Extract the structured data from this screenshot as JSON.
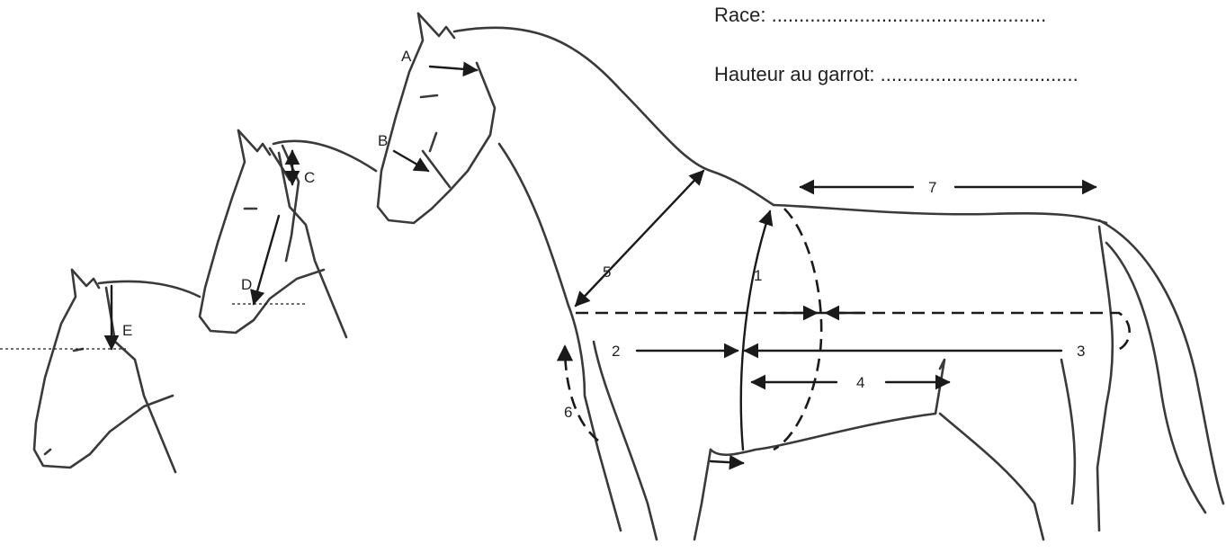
{
  "fields": {
    "race": "Race: ..................................................",
    "height": "Hauteur au garrot: ...................................."
  },
  "labels": {
    "A": "A",
    "B": "B",
    "C": "C",
    "D": "D",
    "E": "E",
    "m1": "1",
    "m2": "2",
    "m3": "3",
    "m4": "4",
    "m5": "5",
    "m6": "6",
    "m7": "7"
  },
  "colors": {
    "ink": "#1a1a1a",
    "outline": "#3a3a3a",
    "background": "#ffffff"
  }
}
